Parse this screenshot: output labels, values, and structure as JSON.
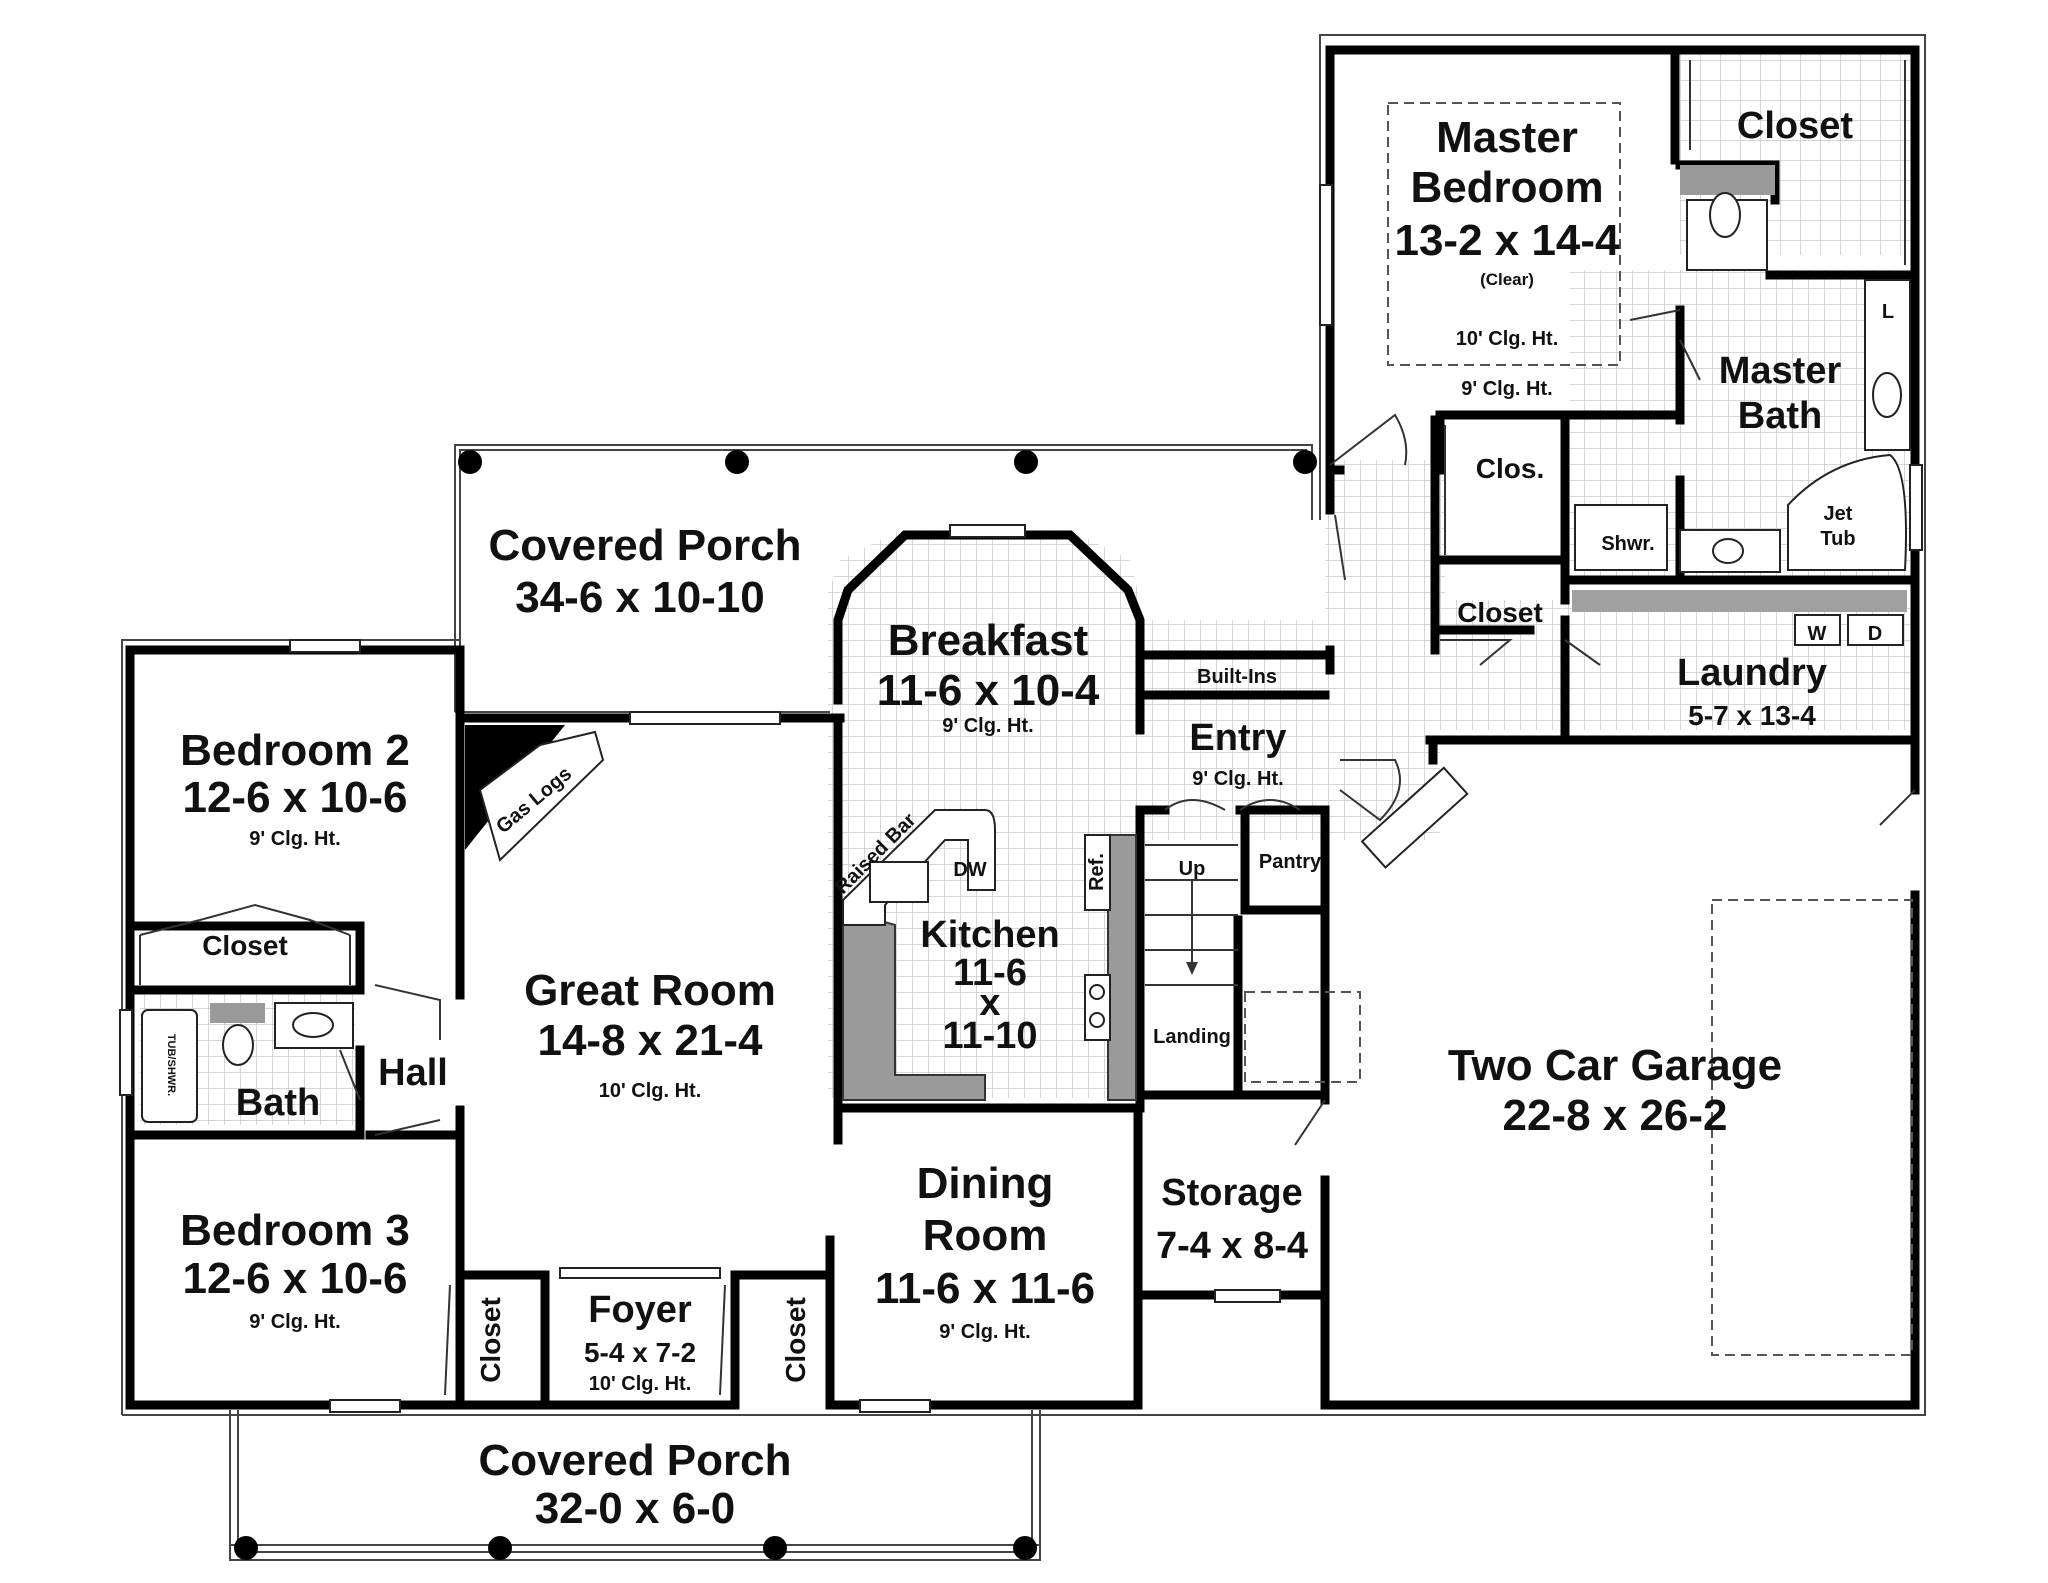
{
  "rooms": {
    "covered_porch_rear": {
      "name": "Covered Porch",
      "size": "34-6 x 10-10"
    },
    "breakfast": {
      "name": "Breakfast",
      "size": "11-6 x 10-4",
      "ceiling": "9' Clg. Ht."
    },
    "master_bedroom": {
      "name1": "Master",
      "name2": "Bedroom",
      "size": "13-2 x 14-4",
      "note": "(Clear)",
      "tray_ceiling": "10' Clg. Ht.",
      "ceiling": "9' Clg. Ht."
    },
    "master_closet": {
      "name": "Closet"
    },
    "master_bath": {
      "name1": "Master",
      "name2": "Bath",
      "lav": "L"
    },
    "master_clos": {
      "name": "Clos."
    },
    "shower": {
      "name": "Shwr."
    },
    "jet_tub": {
      "name1": "Jet",
      "name2": "Tub"
    },
    "laundry": {
      "name": "Laundry",
      "size": "5-7 x 13-4",
      "washer": "W",
      "dryer": "D"
    },
    "entry_closet": {
      "name": "Closet"
    },
    "built_ins": {
      "name": "Built-Ins"
    },
    "entry": {
      "name": "Entry",
      "ceiling": "9' Clg. Ht."
    },
    "bedroom2": {
      "name": "Bedroom 2",
      "size": "12-6 x 10-6",
      "ceiling": "9' Clg. Ht."
    },
    "bedroom2_closet": {
      "name": "Closet"
    },
    "gas_logs": {
      "name": "Gas Logs"
    },
    "great_room": {
      "name": "Great Room",
      "size": "14-8 x 21-4",
      "ceiling": "10' Clg. Ht."
    },
    "kitchen": {
      "name": "Kitchen",
      "size1": "11-6",
      "size_x": "x",
      "size2": "11-10",
      "raised_bar": "Raised Bar",
      "dw": "DW",
      "ref": "Ref."
    },
    "stairs": {
      "up": "Up",
      "landing": "Landing"
    },
    "pantry": {
      "name": "Pantry"
    },
    "garage": {
      "name": "Two Car Garage",
      "size": "22-8 x 26-2"
    },
    "bath": {
      "name": "Bath",
      "tub": "TUB/SHWR."
    },
    "hall": {
      "name": "Hall"
    },
    "bedroom3": {
      "name": "Bedroom 3",
      "size": "12-6 x 10-6",
      "ceiling": "9' Clg. Ht."
    },
    "closet_left": {
      "name": "Closet"
    },
    "foyer": {
      "name": "Foyer",
      "size": "5-4 x 7-2",
      "ceiling": "10' Clg. Ht."
    },
    "closet_right": {
      "name": "Closet"
    },
    "dining": {
      "name1": "Dining",
      "name2": "Room",
      "size": "11-6 x 11-6",
      "ceiling": "9' Clg. Ht."
    },
    "storage": {
      "name": "Storage",
      "size": "7-4 x 8-4"
    },
    "covered_porch_front": {
      "name": "Covered Porch",
      "size": "32-0 x 6-0"
    }
  },
  "colors": {
    "wall": "#000000",
    "tile_grid": "#c8c8c8",
    "counter": "#9a9a9a",
    "background": "#ffffff"
  }
}
